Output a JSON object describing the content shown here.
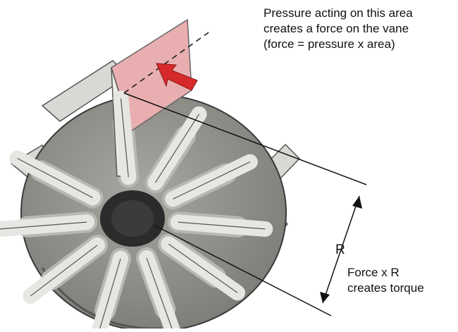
{
  "annotations": {
    "pressure_lines": [
      "Pressure acting on this area",
      "creates a force on the vane",
      "(force = pressure x area)"
    ],
    "torque_lines": [
      "Force x R",
      "creates torque"
    ],
    "radius_label": "R"
  },
  "colors": {
    "rotor": "#8f8d88",
    "rotor_edge": "#3a3a3a",
    "vane": "#e6e6e2",
    "slot": "#b9b7b2",
    "hub": "#2b2b2b",
    "pressure_area": "#e8aeb0",
    "arrow": "#d62a2a",
    "line": "#111111"
  }
}
